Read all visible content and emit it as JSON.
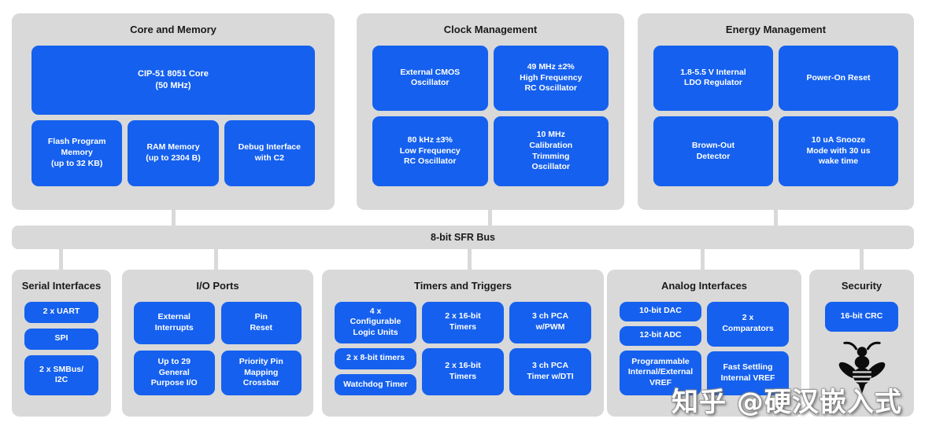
{
  "colors": {
    "page_bg": "#ffffff",
    "panel_bg": "#d9d9d9",
    "block_bg": "#1560ee",
    "block_text": "#ffffff",
    "title_text": "#1a1a1a",
    "connector": "#d9d9d9",
    "bee_icon": "#0d0d0d",
    "watermark_text": "#ffffff"
  },
  "top_panels": [
    {
      "title": "Core and Memory",
      "blocks": {
        "core": "CIP-51 8051 Core\n(50 MHz)",
        "flash": "Flash Program\nMemory\n(up to 32 KB)",
        "ram": "RAM Memory\n(up to 2304 B)",
        "debug": "Debug Interface\nwith C2"
      }
    },
    {
      "title": "Clock Management",
      "blocks": {
        "cmos": "External CMOS\nOscillator",
        "hfrc": "49 MHz ±2%\nHigh Frequency\nRC Oscillator",
        "lfrc": "80 kHz ±3%\nLow Frequency\nRC Oscillator",
        "cal": "10 MHz\nCalibration\nTrimming\nOscillator"
      }
    },
    {
      "title": "Energy Management",
      "blocks": {
        "ldo": "1.8-5.5 V Internal\nLDO Regulator",
        "por": "Power-On Reset",
        "bod": "Brown-Out\nDetector",
        "snooze": "10 uA Snooze\nMode with 30 us\nwake time"
      }
    }
  ],
  "bus": {
    "label": "8-bit SFR Bus"
  },
  "bottom_panels": [
    {
      "title": "Serial Interfaces",
      "blocks": {
        "uart": "2 x UART",
        "spi": "SPI",
        "smbus": "2 x SMBus/\nI2C"
      }
    },
    {
      "title": "I/O Ports",
      "blocks": {
        "extint": "External\nInterrupts",
        "pinreset": "Pin\nReset",
        "gpio": "Up to 29\nGeneral\nPurpose I/O",
        "crossbar": "Priority Pin\nMapping\nCrossbar"
      }
    },
    {
      "title": "Timers and Triggers",
      "blocks": {
        "clu": "4 x\nConfigurable\nLogic Units",
        "t8": "2 x 8-bit timers",
        "wdt": "Watchdog Timer",
        "t16a": "2 x 16-bit\nTimers",
        "t16b": "2 x 16-bit\nTimers",
        "pca_pwm": "3 ch PCA\nw/PWM",
        "pca_dti": "3 ch PCA\nTimer w/DTI"
      }
    },
    {
      "title": "Analog Interfaces",
      "blocks": {
        "dac": "10-bit DAC",
        "adc": "12-bit ADC",
        "vref_prog": "Programmable\nInternal/External\nVREF",
        "comparators": "2 x\nComparators",
        "vref_fast": "Fast Settling\nInternal VREF"
      }
    },
    {
      "title": "Security",
      "blocks": {
        "crc": "16-bit CRC"
      }
    }
  ],
  "watermark": {
    "text": "知乎 @硬汉嵌入式"
  }
}
